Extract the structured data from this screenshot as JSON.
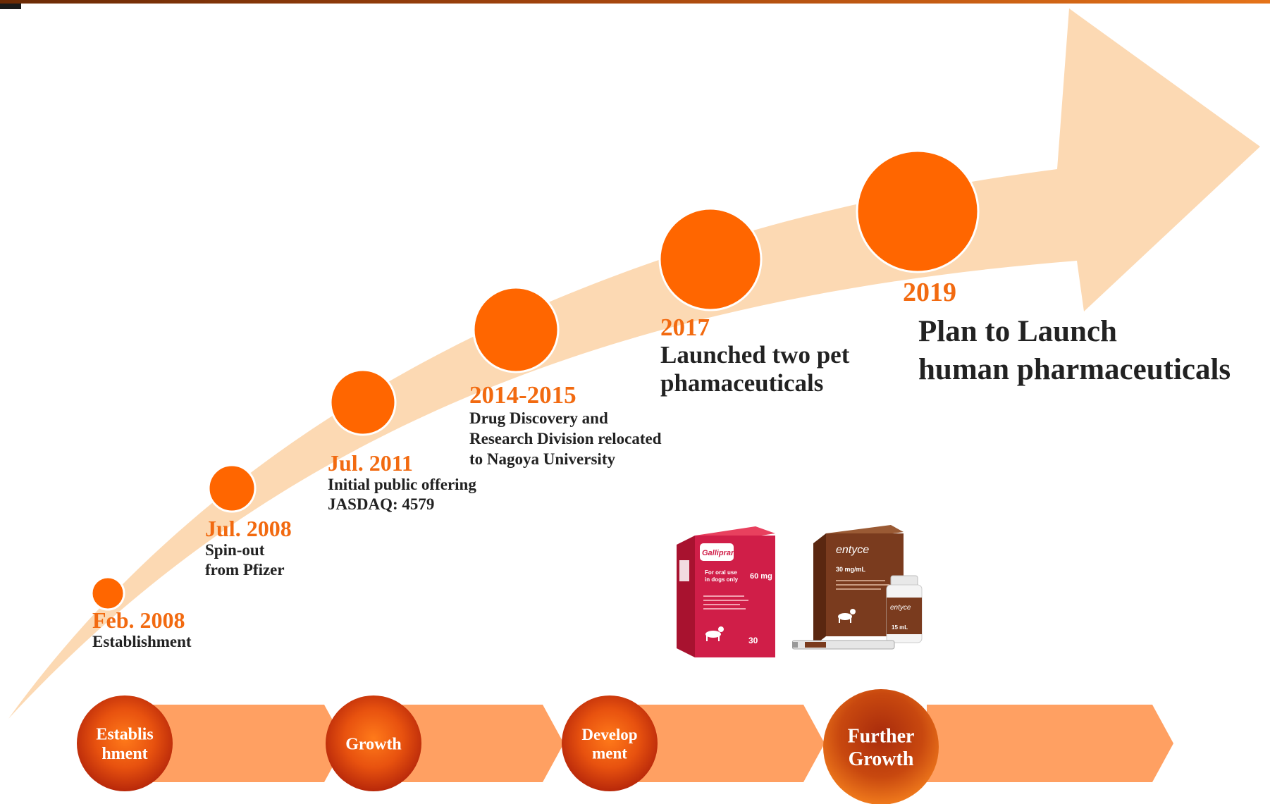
{
  "colors": {
    "arrow_fill": "#fcd9b3",
    "circle_fill": "#ff6600",
    "circle_stroke": "#ffffff",
    "year_text": "#f26a10",
    "desc_text": "#222222",
    "stage_bar": "#ffa062",
    "stage_circle_center": "#ff7a1a",
    "stage_circle_edge": "#c02a0a",
    "galliprant_red": "#d01e48",
    "entyce_brown": "#7a3b1e"
  },
  "milestones": [
    {
      "year": "Feb. 2008",
      "desc": [
        "Establishment"
      ]
    },
    {
      "year": "Jul. 2008",
      "desc": [
        "Spin-out",
        "from Pfizer"
      ]
    },
    {
      "year": "Jul. 2011",
      "desc": [
        "Initial public offering",
        "JASDAQ: 4579"
      ]
    },
    {
      "year": "2014-2015",
      "desc": [
        "Drug Discovery and",
        "Research Division relocated",
        "to Nagoya University"
      ]
    },
    {
      "year": "2017",
      "desc": [
        "Launched two pet",
        "phamaceuticals"
      ]
    },
    {
      "year": "2019",
      "desc": [
        "Plan to Launch",
        "human pharmaceuticals"
      ]
    }
  ],
  "stages": [
    {
      "lines": [
        "Establis",
        "hment"
      ]
    },
    {
      "lines": [
        "Growth"
      ]
    },
    {
      "lines": [
        "Develop",
        "ment"
      ]
    },
    {
      "lines": [
        "Further",
        "Growth"
      ]
    }
  ],
  "products": {
    "galliprant": {
      "brand": "Galliprant",
      "line1": "For oral use",
      "line2": "in dogs only",
      "dose": "60 mg",
      "count": "30"
    },
    "entyce": {
      "brand": "entyce",
      "conc": "30 mg/mL",
      "volume": "15 mL"
    }
  },
  "icons": [
    "dog-icon",
    "syringe-icon",
    "bottle-icon"
  ]
}
